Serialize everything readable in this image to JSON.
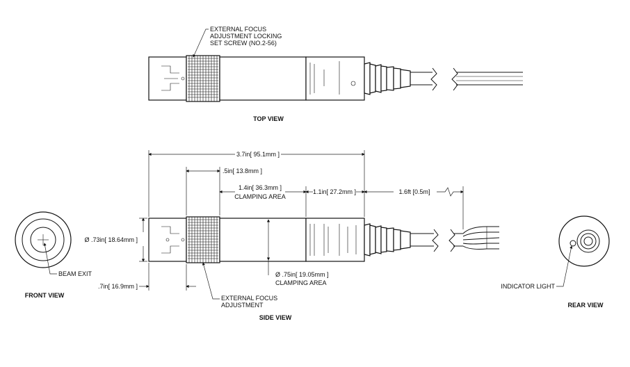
{
  "views": {
    "top": "TOP VIEW",
    "side": "SIDE VIEW",
    "front": "FRONT VIEW",
    "rear": "REAR VIEW"
  },
  "callouts": {
    "set_screw": [
      "EXTERNAL FOCUS",
      "ADJUSTMENT LOCKING",
      "SET SCREW (NO.2-56)"
    ],
    "focus_adjust": [
      "EXTERNAL FOCUS",
      "ADJUSTMENT"
    ],
    "beam_exit": "BEAM EXIT",
    "indicator_light": "INDICATOR LIGHT"
  },
  "dimensions": {
    "overall_length": "3.7in[ 95.1mm ]",
    "focus_offset": ".5in[ 13.8mm ]",
    "clamping_length": "1.4in[ 36.3mm ]",
    "clamping_label": "CLAMPING AREA",
    "rear_section": "1.1in[ 27.2mm ]",
    "cable_length": "1.6ft [0.5m]",
    "body_diameter": "Ø .73in[ 18.64mm ]",
    "clamp_diameter": "Ø .75in[ 19.05mm ]",
    "clamp_diameter_label": "CLAMPING AREA",
    "front_length": ".7in[ 16.9mm ]"
  },
  "colors": {
    "line": "#111111",
    "background": "#ffffff"
  }
}
